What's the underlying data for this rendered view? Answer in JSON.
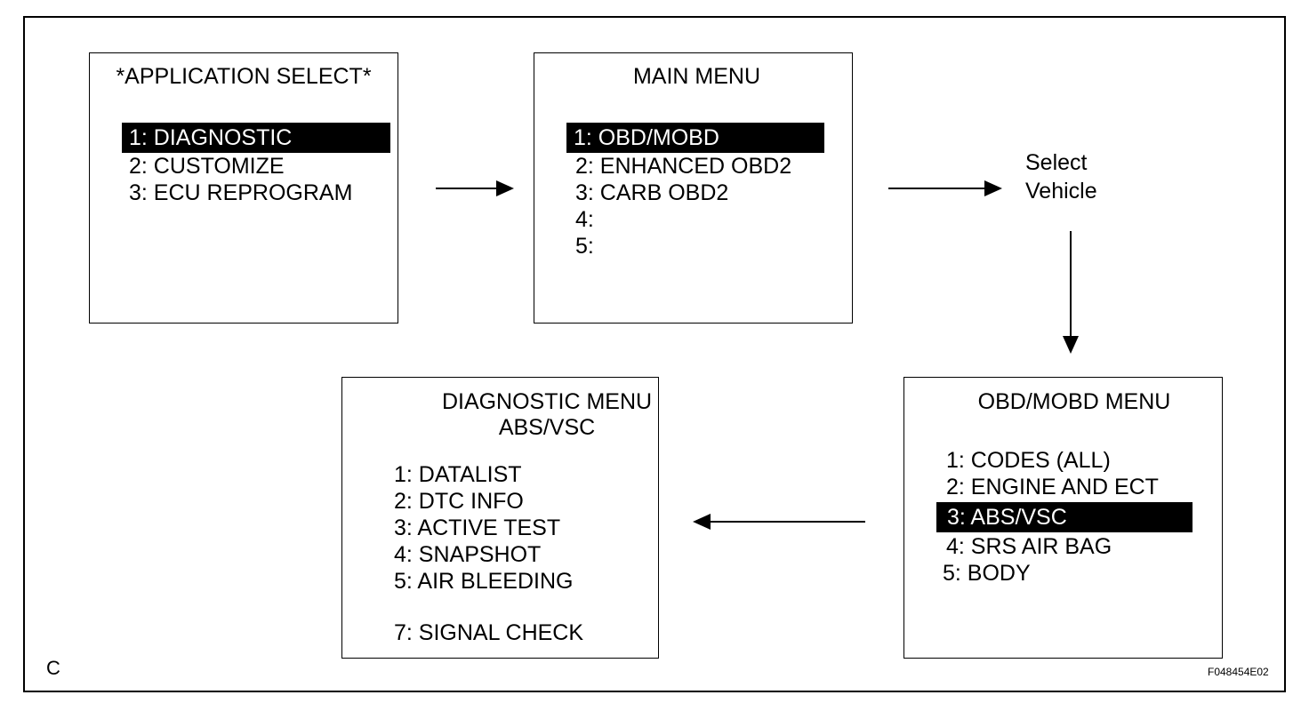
{
  "application_select": {
    "title": "*APPLICATION SELECT*",
    "items": [
      "1: DIAGNOSTIC",
      "2: CUSTOMIZE",
      "3: ECU REPROGRAM"
    ]
  },
  "main_menu": {
    "title": "MAIN MENU",
    "items": [
      "1: OBD/MOBD",
      "2: ENHANCED OBD2",
      "3: CARB OBD2",
      "4:",
      "5:"
    ]
  },
  "select_vehicle": {
    "line1": "Select",
    "line2": "Vehicle"
  },
  "obd_menu": {
    "title": "OBD/MOBD MENU",
    "items": [
      "1: CODES (ALL)",
      "2: ENGINE AND ECT",
      "3: ABS/VSC",
      "4: SRS AIR BAG",
      "5: BODY"
    ]
  },
  "diagnostic_menu": {
    "title_line1": "DIAGNOSTIC MENU",
    "title_line2": "ABS/VSC",
    "items": [
      "1: DATALIST",
      "2: DTC INFO",
      "3: ACTIVE TEST",
      "4: SNAPSHOT",
      "5: AIR BLEEDING",
      "7: SIGNAL CHECK"
    ]
  },
  "footer": {
    "corner_label": "C",
    "figure_code": "F048454E02"
  }
}
